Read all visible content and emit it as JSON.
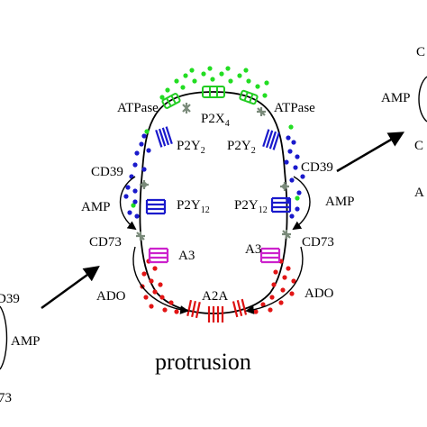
{
  "caption": "protrusion",
  "labels": {
    "atpase_left": "ATPase",
    "atpase_right": "ATPase",
    "p2x4_main": "P2X",
    "p2x4_sub": "4",
    "p2y2_left_main": "P2Y",
    "p2y2_left_sub": "2",
    "p2y2_right_main": "P2Y",
    "p2y2_right_sub": "2",
    "p2y12_left_main": "P2Y",
    "p2y12_left_sub": "12",
    "p2y12_right_main": "P2Y",
    "p2y12_right_sub": "12",
    "cd39_left": "CD39",
    "cd39_right": "CD39",
    "amp_left": "AMP",
    "amp_right": "AMP",
    "cd73_left": "CD73",
    "cd73_right": "CD73",
    "a3_left": "A3",
    "a3_right": "A3",
    "ado_left": "ADO",
    "ado_right": "ADO",
    "a2a": "A2A",
    "edge_left_cd39": "D39",
    "edge_left_amp": "AMP",
    "edge_left_cd73": "73",
    "edge_right_c": "C",
    "edge_right_amp": "AMP",
    "edge_right_c2": "C",
    "edge_right_a": "A"
  },
  "colors": {
    "atp_dots": "#22dd22",
    "adp_dots": "#1a1acc",
    "ado_dots": "#e21515",
    "p2x4_receptor": "#22cc22",
    "p2y_receptor": "#1a1acc",
    "a3_receptor": "#cc22cc",
    "a2a_receptor": "#dd1111",
    "enzyme": "#7a8a7a",
    "membrane": "#000000"
  }
}
